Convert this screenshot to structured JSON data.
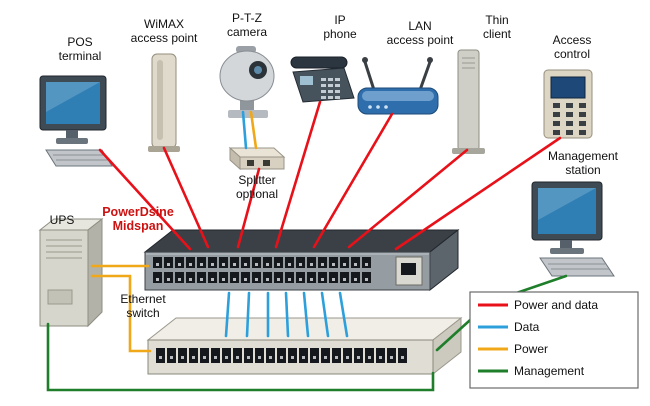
{
  "devices": {
    "pos_terminal": {
      "line1": "POS",
      "line2": "terminal"
    },
    "wimax_ap": {
      "line1": "WiMAX",
      "line2": "access point"
    },
    "ptz_camera": {
      "line1": "P-T-Z",
      "line2": "camera"
    },
    "ip_phone": {
      "line1": "IP",
      "line2": "phone"
    },
    "lan_ap": {
      "line1": "LAN",
      "line2": "access point"
    },
    "thin_client": {
      "line1": "Thin",
      "line2": "client"
    },
    "access_control": {
      "line1": "Access",
      "line2": "control"
    },
    "management_station": {
      "line1": "Management",
      "line2": "station"
    },
    "splitter": {
      "line1": "Splitter",
      "line2": "optional"
    },
    "ups": {
      "label": "UPS"
    },
    "midspan": {
      "line1": "PowerDsine",
      "line2": "Midspan"
    },
    "ethernet_switch": {
      "line1": "Ethernet",
      "line2": "switch"
    }
  },
  "legend": {
    "items": [
      {
        "label": "Power and data",
        "color": "#e8111a"
      },
      {
        "label": "Data",
        "color": "#2da0dc"
      },
      {
        "label": "Power",
        "color": "#f0a818"
      },
      {
        "label": "Management",
        "color": "#1e7e2a"
      }
    ]
  },
  "colors": {
    "power_data": "#e8111a",
    "data": "#2da0dc",
    "power": "#f0a818",
    "management": "#1e7e2a",
    "label_text": "#111111",
    "midspan_label": "#cc1111"
  }
}
